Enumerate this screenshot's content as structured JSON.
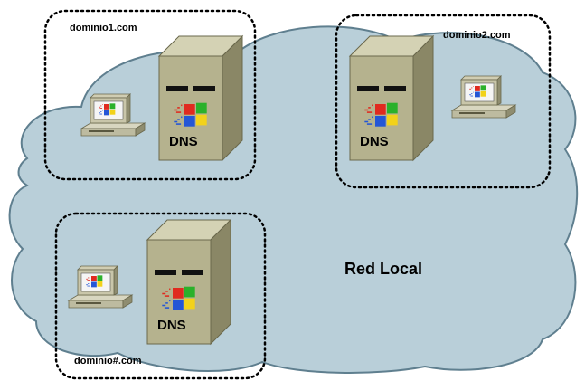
{
  "network": {
    "label": "Red Local"
  },
  "domains": [
    {
      "name": "dominio1.com",
      "server_label": "DNS"
    },
    {
      "name": "dominio2.com",
      "server_label": "DNS"
    },
    {
      "name": "dominio#.com",
      "server_label": "DNS"
    }
  ],
  "colors": {
    "cloud_fill": "#b9cfd9",
    "cloud_stroke": "#5f7f8f",
    "server_front": "#b5b28e",
    "server_top": "#d4d2b4",
    "server_side": "#8a8766",
    "boundary": "#000000"
  },
  "icons": [
    "cloud",
    "server-tower",
    "desktop-computer",
    "windows-logo"
  ]
}
